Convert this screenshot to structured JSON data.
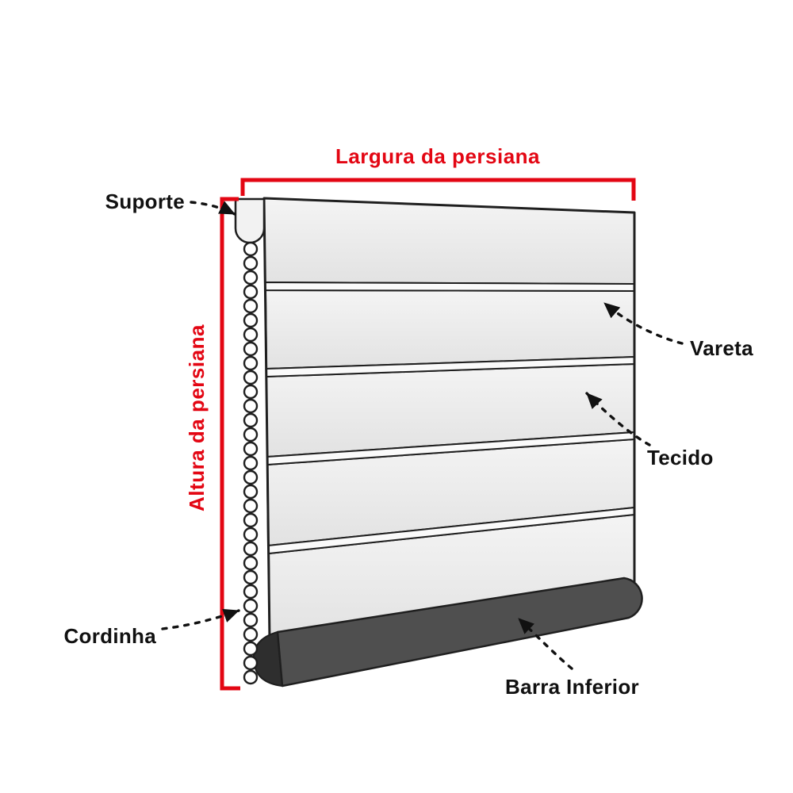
{
  "diagram": {
    "measurements": {
      "width_label": "Largura da persiana",
      "height_label": "Altura da persiana"
    },
    "labels": {
      "suporte": "Suporte",
      "vareta": "Vareta",
      "tecido": "Tecido",
      "cordinha": "Cordinha",
      "barra_inferior": "Barra Inferior"
    },
    "icons": {
      "chain": "bead-chain-icon",
      "arrows": "dashed-arrow-pointer"
    },
    "colors": {
      "measure": "#e30613",
      "label_text": "#111111",
      "outline": "#1f1f1f",
      "slat_top": "#f4f4f4",
      "slat_bottom": "#e2e2e2",
      "separator_fill": "#fafafa",
      "support_fill": "#f2f2f2",
      "bottom_bar_fill": "#4f4f4f",
      "bottom_bar_cap_fill": "#2e2e2e",
      "bead_fill": "#ffffff",
      "background": "#ffffff"
    }
  }
}
